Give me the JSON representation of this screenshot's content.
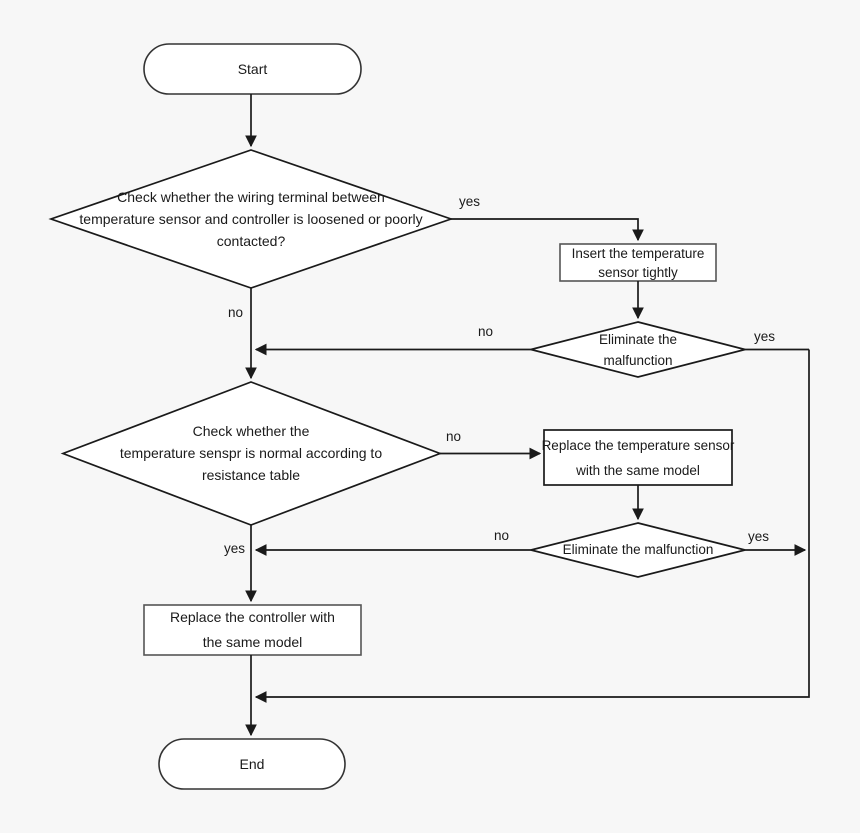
{
  "diagram": {
    "title": "Temperature sensor fault troubleshooting flowchart",
    "background_color": "#f7f7f7",
    "stroke_color": "#1a1a1a",
    "fill_color": "#ffffff",
    "text_color": "#1a1a1a"
  },
  "nodes": {
    "start": {
      "label": "Start",
      "shape": "terminator"
    },
    "decision_wiring": {
      "label": "Check whether the wiring terminal between\ntemperature sensor and controller is loosened or poorly\ncontacted?",
      "shape": "decision"
    },
    "insert_sensor": {
      "label": "Insert the temperature\nsensor tightly",
      "shape": "process"
    },
    "eliminate_1": {
      "label": "Eliminate the\nmalfunction",
      "shape": "decision"
    },
    "decision_resistance": {
      "label": "Check whether the\ntemperature senspr is normal according to\nresistance table",
      "shape": "decision"
    },
    "replace_sensor": {
      "label": "Replace the temperature sensor\nwith the same model",
      "shape": "process"
    },
    "eliminate_2": {
      "label": "Eliminate the malfunction",
      "shape": "decision"
    },
    "replace_controller": {
      "label": "Replace the controller with\nthe same model",
      "shape": "process"
    },
    "end": {
      "label": "End",
      "shape": "terminator"
    }
  },
  "edge_labels": {
    "wiring_yes": "yes",
    "wiring_no": "no",
    "eliminate1_no": "no",
    "eliminate1_yes": "yes",
    "resistance_no": "no",
    "resistance_yes": "yes",
    "eliminate2_no": "no",
    "eliminate2_yes": "yes"
  }
}
